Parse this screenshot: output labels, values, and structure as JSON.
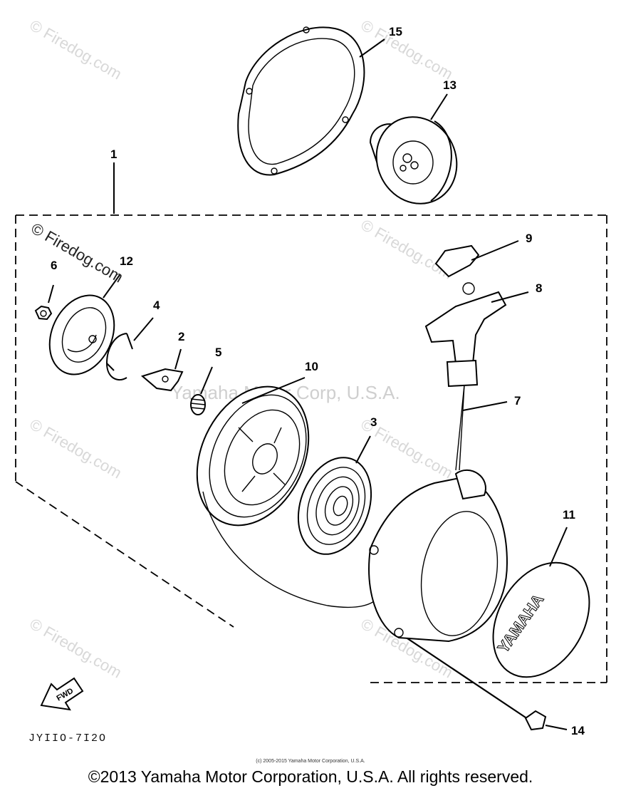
{
  "callouts": {
    "c1": "1",
    "c2": "2",
    "c3": "3",
    "c4": "4",
    "c5": "5",
    "c6": "6",
    "c7": "7",
    "c8": "8",
    "c9": "9",
    "c10": "10",
    "c11": "11",
    "c12": "12",
    "c13": "13",
    "c14": "14",
    "c15": "15"
  },
  "watermarks": {
    "firedog": "© Firedog.com",
    "center": "Yamaha Motor Corp, U.S.A."
  },
  "diagram_code": "JYIIO-7I2O",
  "fwd_label": "FWD",
  "emblem_text": "YAMAHA",
  "fine_print": "(c) 2005-2015 Yamaha Motor Corporation, U.S.A.",
  "copyright": "©2013 Yamaha Motor Corporation, U.S.A. All rights reserved."
}
